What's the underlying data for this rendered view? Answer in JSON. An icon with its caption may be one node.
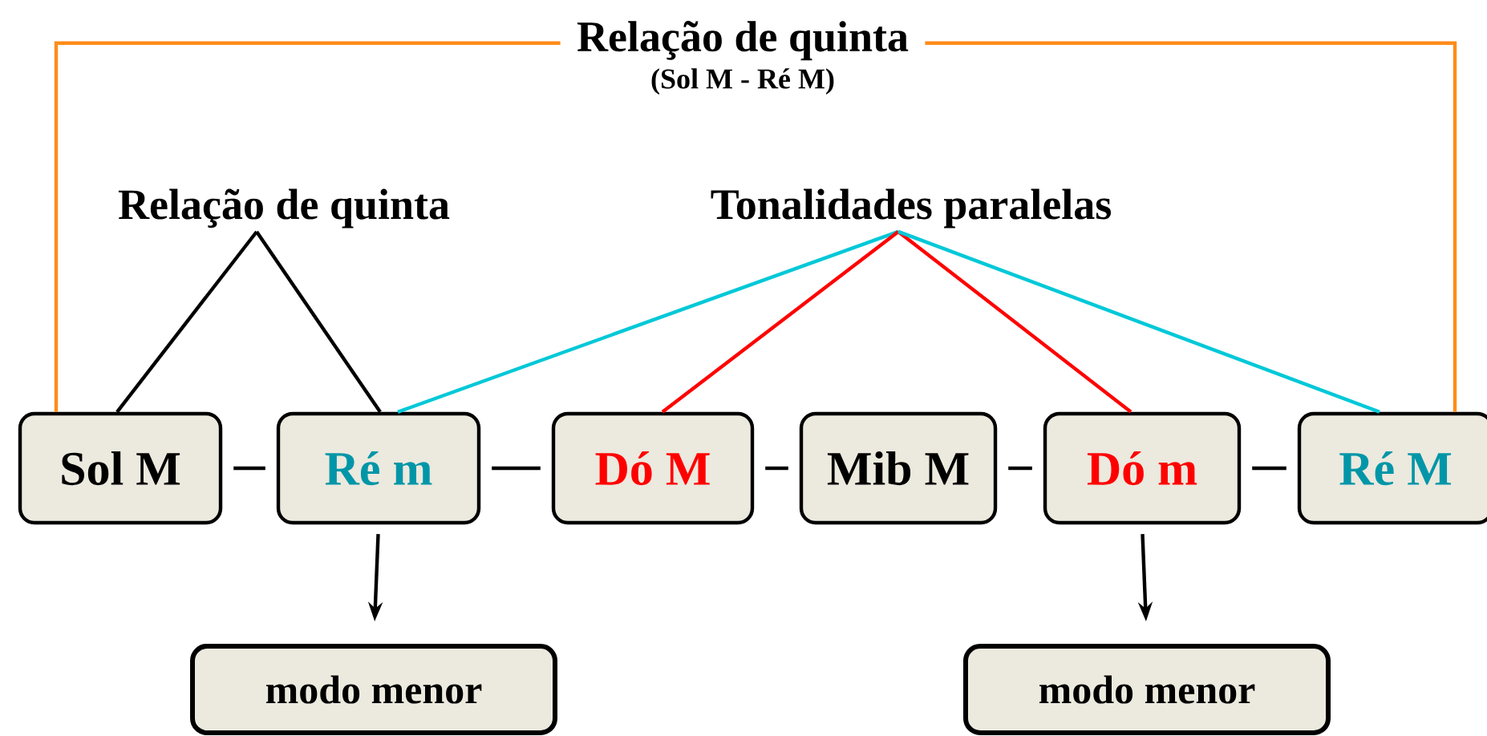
{
  "diagram": {
    "nodes": [
      {
        "text": [
          "Relação de quinta",
          "(Sol M - Ré M)"
        ]
      },
      {
        "text": [
          "Relação de quinta"
        ]
      },
      {
        "text": [
          "Tonalidades paralelas"
        ]
      },
      {
        "text": [
          "Sol M"
        ]
      },
      {
        "text": [
          "Ré m"
        ]
      },
      {
        "text": [
          "Dó M"
        ]
      },
      {
        "text": [
          "Mib M"
        ]
      },
      {
        "text": [
          "Dó m"
        ]
      },
      {
        "text": [
          "Ré M"
        ]
      },
      {
        "text": [
          "modo menor"
        ]
      },
      {
        "text": [
          "modo menor"
        ]
      }
    ],
    "edges": [
      {
        "from": 0,
        "to": 3,
        "arrow": "none",
        "color": "#ff8c1a"
      },
      {
        "from": 0,
        "to": 8,
        "arrow": "none",
        "color": "#ff8c1a"
      },
      {
        "from": 1,
        "to": 3,
        "arrow": "none"
      },
      {
        "from": 1,
        "to": 4,
        "arrow": "none"
      },
      {
        "from": 2,
        "to": 4,
        "arrow": "none",
        "color": "#00c8d8"
      },
      {
        "from": 2,
        "to": 5,
        "arrow": "none",
        "color": "#ff0000"
      },
      {
        "from": 2,
        "to": 7,
        "arrow": "none",
        "color": "#ff0000"
      },
      {
        "from": 2,
        "to": 8,
        "arrow": "none",
        "color": "#00c8d8"
      },
      {
        "from": 3,
        "to": 4,
        "arrow": "none"
      },
      {
        "from": 4,
        "to": 5,
        "arrow": "none"
      },
      {
        "from": 5,
        "to": 6,
        "arrow": "none"
      },
      {
        "from": 6,
        "to": 7,
        "arrow": "none"
      },
      {
        "from": 7,
        "to": 8,
        "arrow": "none"
      },
      {
        "from": 4,
        "to": 9,
        "arrow": "to"
      },
      {
        "from": 7,
        "to": 10,
        "arrow": "to"
      }
    ]
  }
}
